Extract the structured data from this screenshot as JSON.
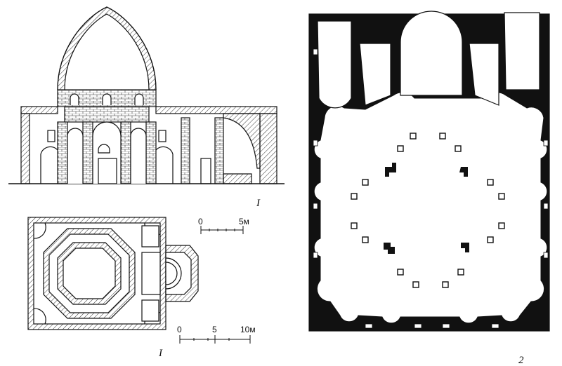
{
  "figure_labels": {
    "section_label": "I",
    "plan_small_label": "I",
    "plan_large_label": "2"
  },
  "scale_bars": {
    "small": {
      "zero": "0",
      "end": "5м"
    },
    "large": {
      "zero": "0",
      "mid": "5",
      "end": "10м"
    }
  },
  "colors": {
    "ink": "#111111",
    "paper": "#ffffff",
    "hatch": "#333333"
  }
}
